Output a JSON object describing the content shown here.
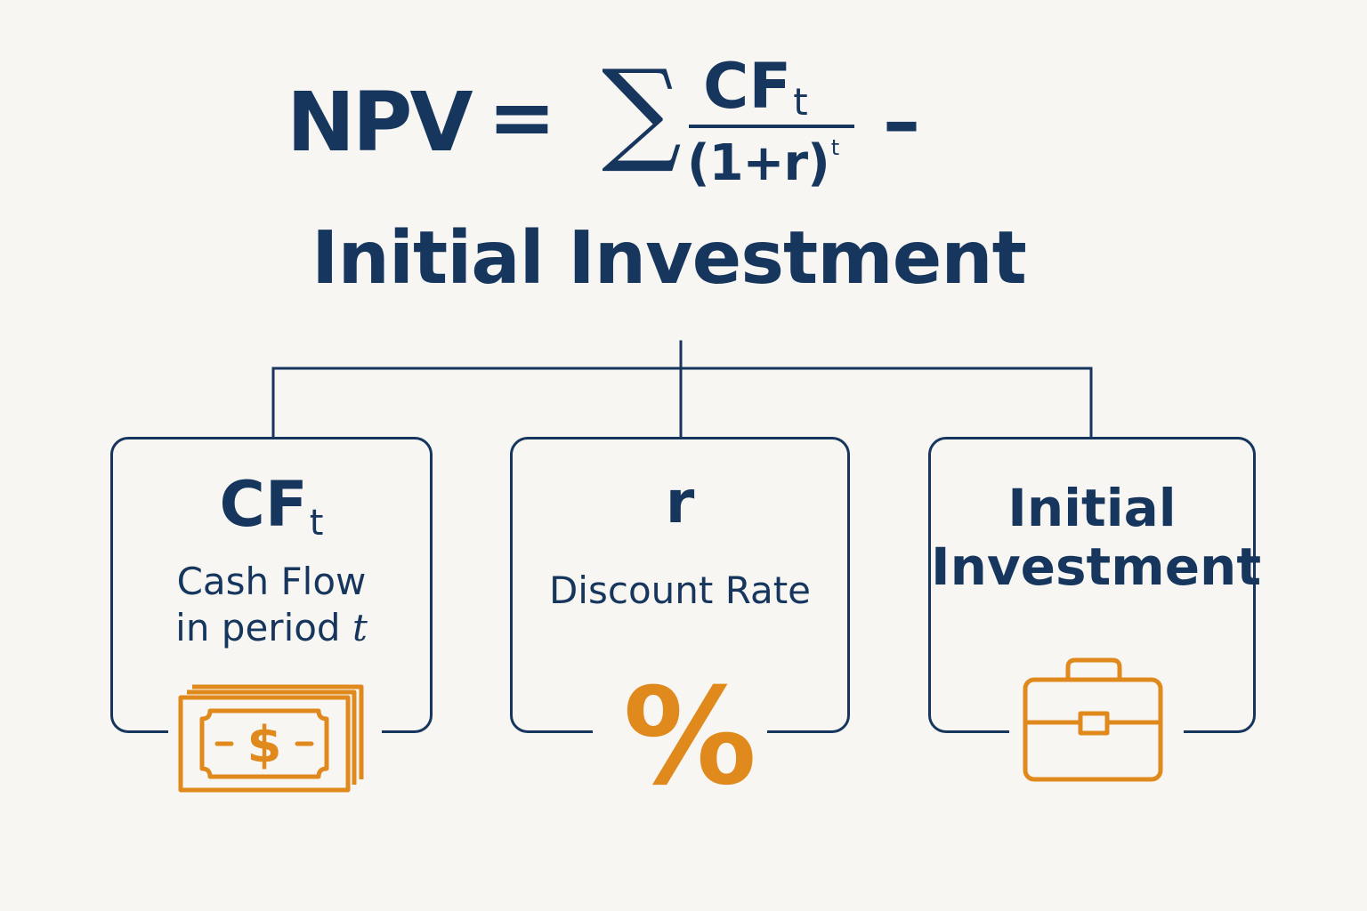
{
  "formula": {
    "lhs": "NPV",
    "equals": "=",
    "sum_symbol": "∑",
    "numerator_main": "CF",
    "numerator_sub": "t",
    "denominator_main": "(1+r)",
    "denominator_sup": "t",
    "minus": "–",
    "subtracted_term": "Initial Investment"
  },
  "components": [
    {
      "symbol_main": "CF",
      "symbol_sub": "t",
      "desc_line1": "Cash Flow",
      "desc_line2_prefix": "in period ",
      "desc_line2_var": "t",
      "icon": "money-icon"
    },
    {
      "symbol_main": "r",
      "desc": "Discount Rate",
      "icon": "percent-icon",
      "icon_glyph": "%"
    },
    {
      "title_line1": "Initial",
      "title_line2": "Investment",
      "icon": "briefcase-icon"
    }
  ],
  "colors": {
    "primary": "#17365d",
    "accent": "#e08a1e",
    "background": "#f7f6f3"
  }
}
